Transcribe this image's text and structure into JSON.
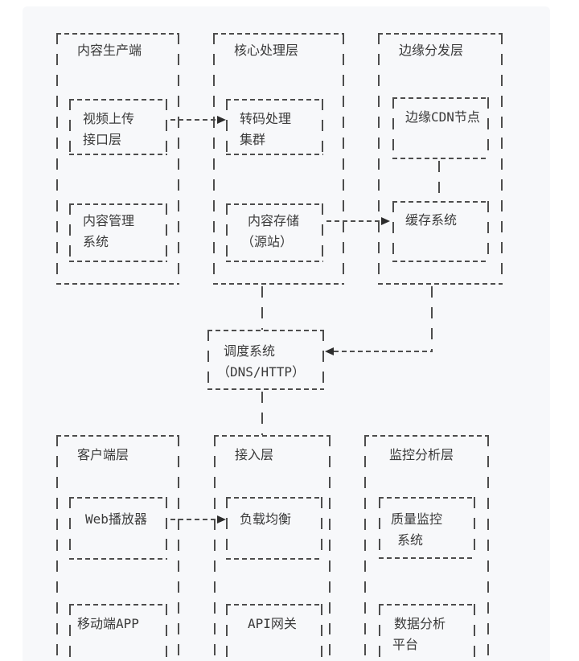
{
  "colors": {
    "page_background": "#ffffff",
    "panel_background": "#f7f8fa",
    "line_color": "#4d4d4d",
    "text_color": "#3a3a3a",
    "arrow_color": "#2d2d2d"
  },
  "diagram": {
    "top_layers": {
      "content_production_layer": "内容生产端",
      "core_processing_layer": "核心处理层",
      "edge_distribution_layer": "边缘分发层"
    },
    "top_nodes": {
      "video_upload_l1": "视频上传",
      "video_upload_l2": "接口层",
      "transcode_l1": "转码处理",
      "transcode_l2": "集群",
      "edge_cdn_node": "边缘CDN节点",
      "cms_l1": "内容管理",
      "cms_l2": "系统",
      "storage_l1": "内容存储",
      "storage_l2": "（源站）",
      "cache_system": "缓存系统"
    },
    "scheduler": {
      "scheduler_l1": "调度系统",
      "scheduler_l2": "（DNS/HTTP）"
    },
    "bottom_layers": {
      "client_layer": "客户端层",
      "access_layer": "接入层",
      "monitoring_layer": "监控分析层"
    },
    "bottom_nodes": {
      "web_player": "Web播放器",
      "load_balancer": "负载均衡",
      "quality_l1": "质量监控",
      "quality_l2": "系统",
      "mobile_app": "移动端APP",
      "api_gateway": "API网关",
      "analytics_l1": "数据分析",
      "analytics_l2": "平台"
    }
  }
}
